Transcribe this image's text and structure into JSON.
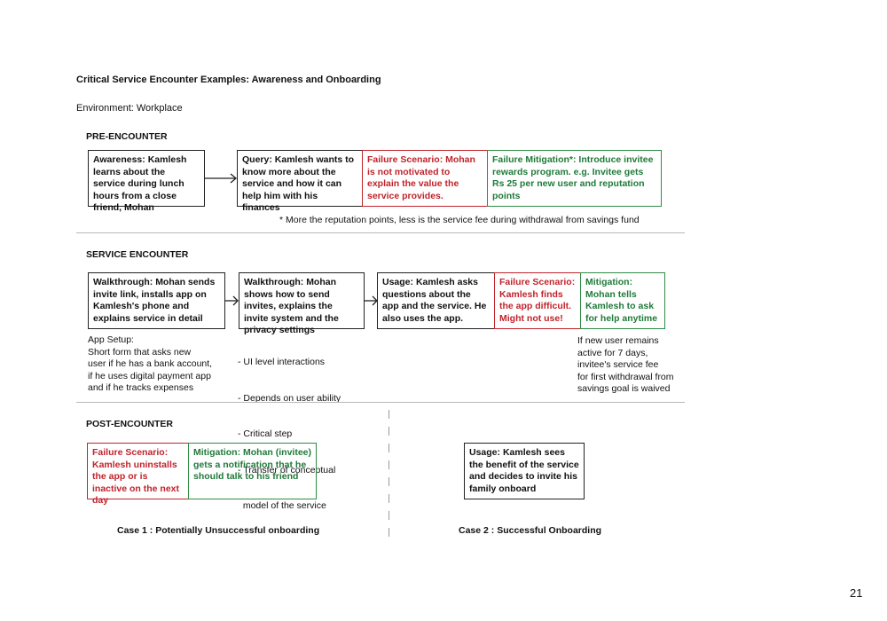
{
  "page": {
    "title": "Critical Service Encounter Examples: Awareness and Onboarding",
    "environment": "Environment: Workplace",
    "page_number": "21"
  },
  "pre_encounter": {
    "heading": "PRE-ENCOUNTER",
    "awareness_label": "Awareness:",
    "awareness_text": "Kamlesh learns about the service during lunch hours from a close friend, Mohan",
    "query_label": "Query:",
    "query_text": "Kamlesh wants to know more about the service and how it can help him with his finances",
    "failure_text": "Failure Scenario: Mohan is not motivated to explain the value the service provides.",
    "mitigation_label": "Failure Mitigation*:",
    "mitigation_text": "Introduce invitee rewards program. e.g. Invitee gets Rs 25 per new user and reputation points",
    "footnote": "* More the reputation points, less is the service fee during withdrawal from savings fund"
  },
  "service_encounter": {
    "heading": "SERVICE ENCOUNTER",
    "walk1_label": "Walkthrough:",
    "walk1_text": "Mohan sends invite link, installs app on Kamlesh's phone and explains service in detail",
    "walk2_label": "Walkthrough:",
    "walk2_text": "Mohan shows how to send invites, explains the invite system and the privacy settings",
    "usage_label": "Usage:",
    "usage_text": "Kamlesh asks questions about the app and the service. He also uses the app.",
    "failure_text": "Failure Scenario: Kamlesh finds the app difficult. Might not use!",
    "mitigation_label": "Mitigation:",
    "mitigation_text": "Mohan tells Kamlesh to ask for help anytime",
    "app_setup_lines": [
      "App Setup:",
      "Short form that asks new",
      "user if he has a bank account,",
      "if he uses digital payment app",
      "and if he tracks expenses"
    ],
    "walk_notes": [
      "- UI level interactions",
      "- Depends on user ability",
      "- Critical step",
      "- Transfer of conceptual",
      "  model of the service"
    ],
    "new_user_lines": [
      "If new user remains",
      "active for 7 days,",
      "invitee's service fee",
      "for first withdrawal from",
      "savings goal is waived"
    ]
  },
  "post_encounter": {
    "heading": "POST-ENCOUNTER",
    "case1_failure_text": "Failure Scenario: Kamlesh uninstalls the app or is inactive on the next day",
    "case1_mitigation_label": "Mitigation:",
    "case1_mitigation_text": "Mohan (invitee) gets a notification that he should talk to his friend",
    "case2_usage_label": "Usage:",
    "case2_usage_text": "Kamlesh sees the benefit of the service and decides to invite his family onboard",
    "case1_caption": "Case 1 : Potentially Unsuccessful onboarding",
    "case2_caption": "Case 2 : Successful Onboarding"
  },
  "colors": {
    "failure": "#c0232b",
    "mitigation": "#1f7a3a",
    "neutral": "#222222"
  }
}
